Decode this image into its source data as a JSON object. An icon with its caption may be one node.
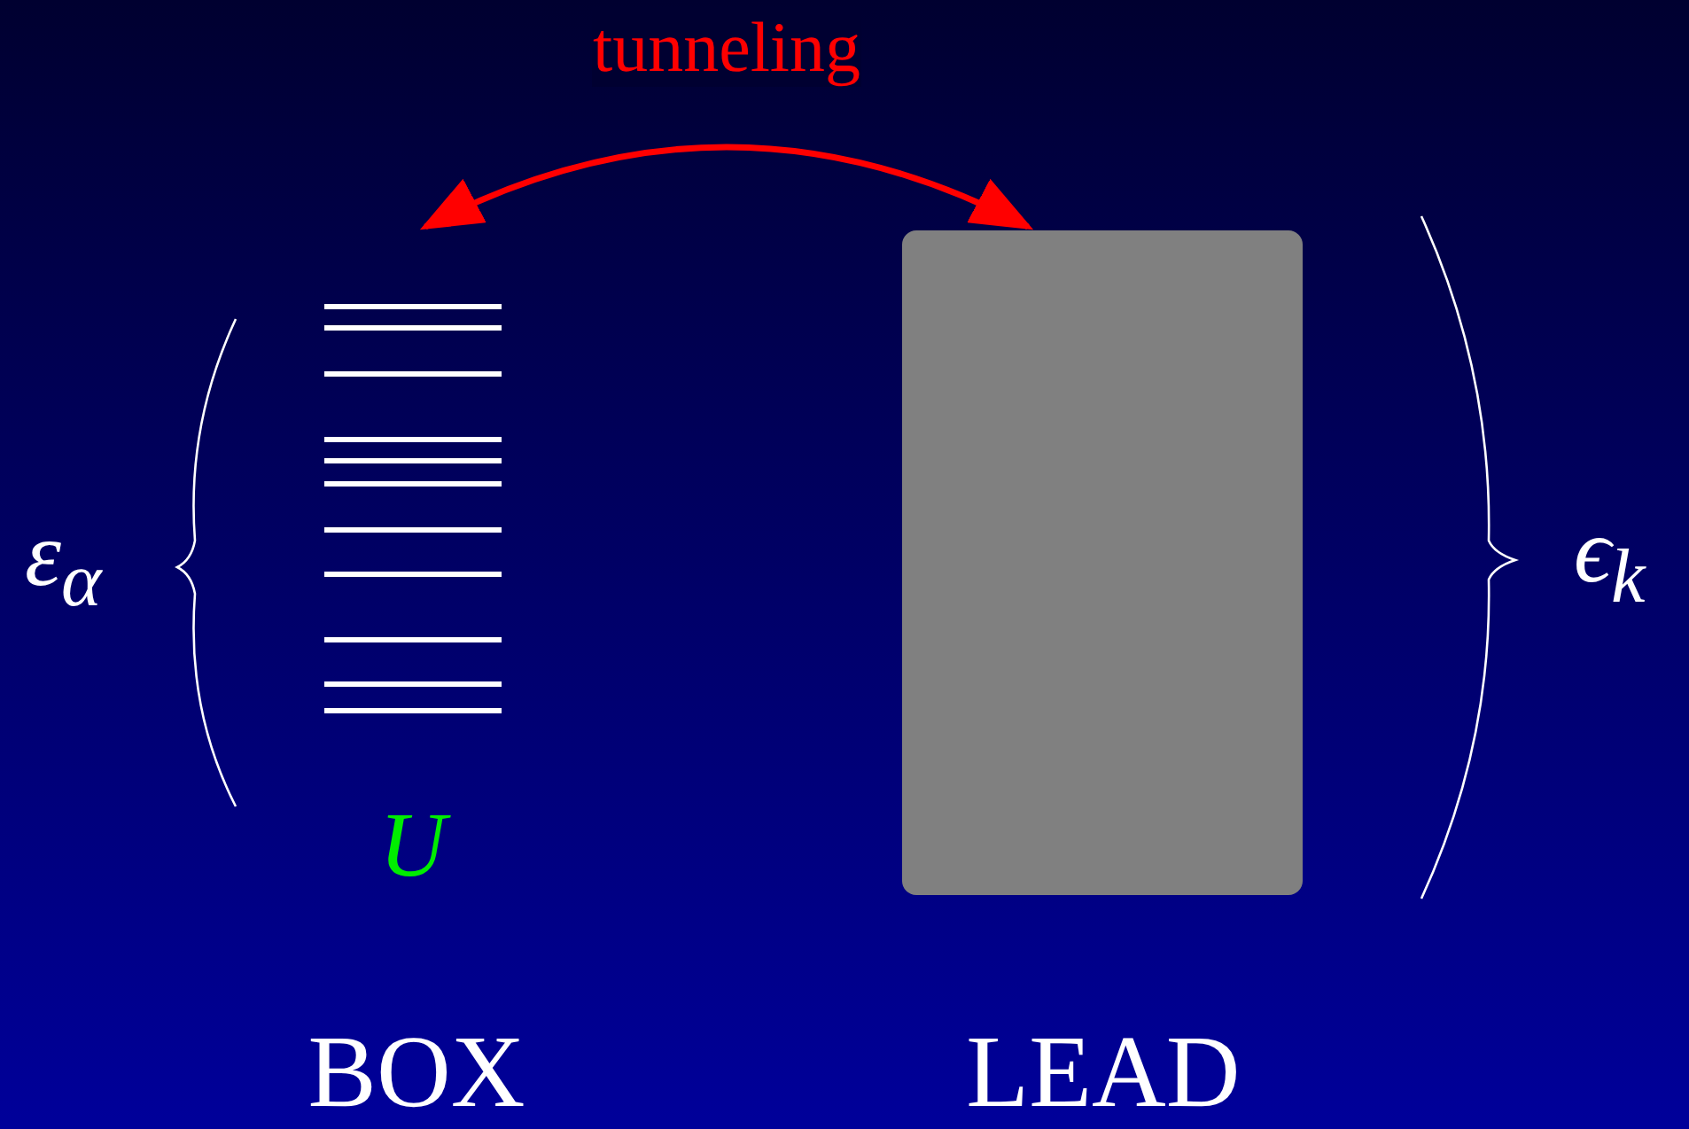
{
  "diagram": {
    "nodes": [
      {
        "text": [
          "BOX"
        ]
      },
      {
        "text": [
          "LEAD"
        ]
      }
    ],
    "edges": [
      {
        "from": 0,
        "to": 1,
        "arrow": "both",
        "label": "tunneling"
      }
    ],
    "labels": [
      "ε$_{α}$",
      "U",
      "ϵ$_{k}$"
    ]
  }
}
